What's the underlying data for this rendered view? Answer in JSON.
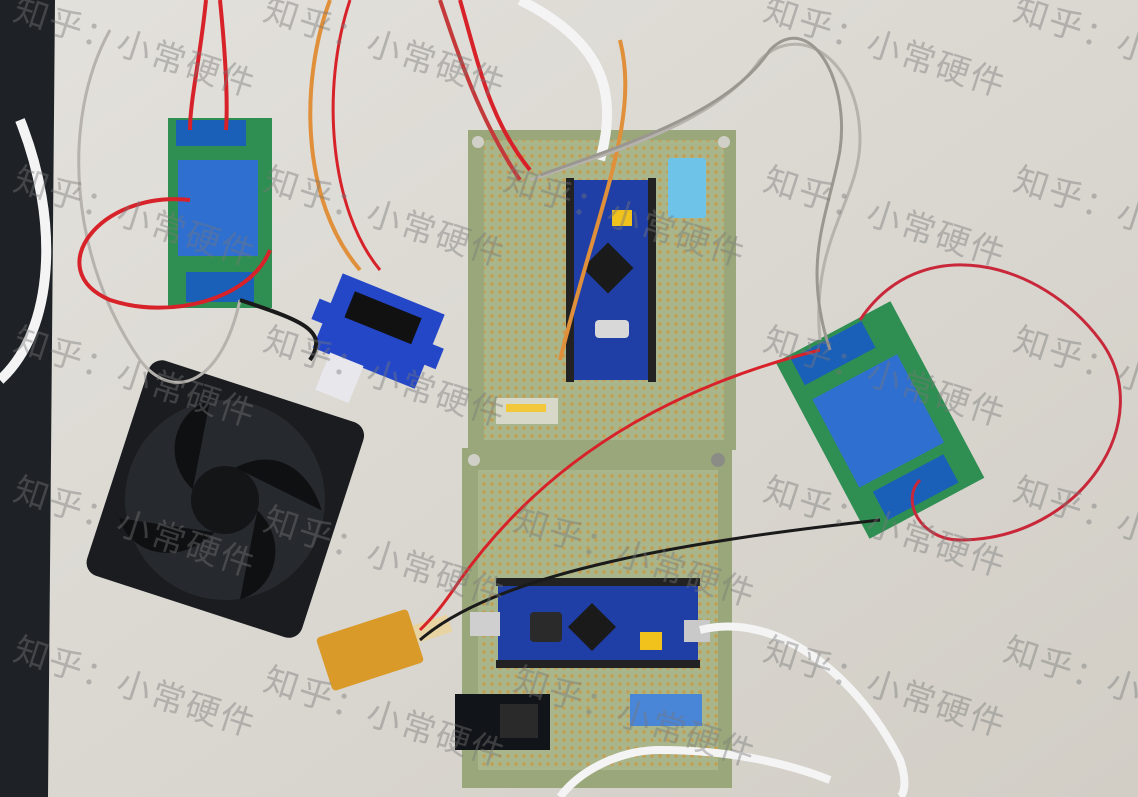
{
  "scene": {
    "watermark_text": "知乎：小常硬件",
    "colors": {
      "desk": "#dedbd4",
      "dark_edge": "#1e2226",
      "pcb": "#a9b58a",
      "relay_board": "#2f8f52",
      "relay_blue": "#2f6fd0",
      "mcu_board": "#1f3fa6",
      "fan": "#1a1c1f",
      "servo": "#2447c8",
      "sensor_white": "#6ec3e8",
      "wire_red": "#d8222a",
      "wire_orange": "#e0903a",
      "wire_gray": "#b6b2ad",
      "kapton": "#d99a2a"
    },
    "objects": [
      {
        "id": "relay-left",
        "icon": "relay-module"
      },
      {
        "id": "relay-right",
        "icon": "relay-module"
      },
      {
        "id": "cooling-fan",
        "icon": "fan"
      },
      {
        "id": "servo-motor",
        "icon": "servo"
      },
      {
        "id": "stm32-board-top",
        "icon": "microcontroller-board"
      },
      {
        "id": "stm32-board-bottom",
        "icon": "microcontroller-board"
      },
      {
        "id": "humidity-sensor",
        "icon": "sensor"
      },
      {
        "id": "wifi-module",
        "icon": "esp8266-module"
      },
      {
        "id": "heating-pad",
        "icon": "heater"
      },
      {
        "id": "usb-cable",
        "icon": "cable"
      }
    ]
  }
}
